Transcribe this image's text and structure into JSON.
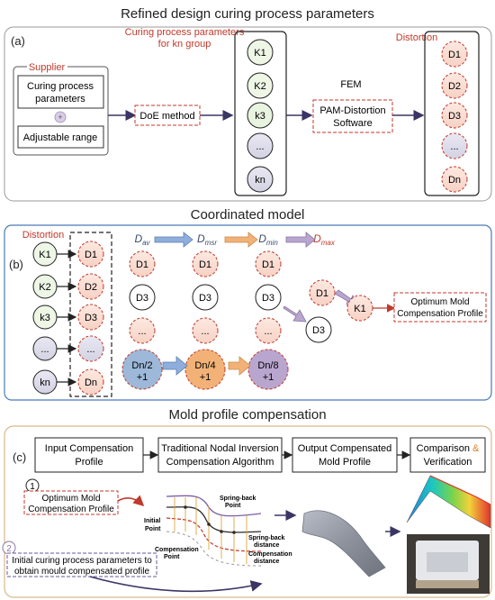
{
  "panel_a": {
    "title": "Refined design curing process parameters",
    "letter": "(a)",
    "supplier_label": "Supplier",
    "curing_box_line1": "Curing process",
    "curing_box_line2": "parameters",
    "plus_symbol": "+",
    "adjustable_box": "Adjustable range",
    "doe_box": "DoE method",
    "param_title_line1": "Curing process parameters",
    "param_title_line2": "for kn group",
    "k_nodes": [
      "K1",
      "K2",
      "k3",
      "...",
      "kn"
    ],
    "fem_label": "FEM",
    "pam_line1": "PAM-Distortion",
    "pam_line2": "Software",
    "distortion_title": "Distortion",
    "d_nodes": [
      "D1",
      "D2",
      "D3",
      "...",
      "Dn"
    ]
  },
  "panel_b": {
    "title": "Coordinated model",
    "letter": "(b)",
    "distortion_label": "Distortion",
    "k_nodes": [
      "K1",
      "K2",
      "k3",
      "...",
      "kn"
    ],
    "d_nodes": [
      "D1",
      "D2",
      "D3",
      "...",
      "Dn"
    ],
    "headers": [
      {
        "main": "D",
        "sub": "av",
        "color": "#3a4a6a"
      },
      {
        "main": "D",
        "sub": "msr",
        "color": "#3a4a6a"
      },
      {
        "main": "D",
        "sub": "min",
        "color": "#3a4a6a"
      },
      {
        "main": "D",
        "sub": "max",
        "color": "#c0392b"
      }
    ],
    "col_nodes": [
      "D1",
      "D3",
      "..."
    ],
    "bottom_nodes": [
      {
        "line1": "Dn/2",
        "line2": "+1",
        "fill": "#9db8d9"
      },
      {
        "line1": "Dn/4",
        "line2": "+1",
        "fill": "#f2b277"
      },
      {
        "line1": "Dn/8",
        "line2": "+1",
        "fill": "#b9a6cf"
      }
    ],
    "branch_top": "D1",
    "branch_bottom": "D3",
    "final_node": "K1",
    "optimum_line1": "Optimum Mold",
    "optimum_line2": "Compensation Profile"
  },
  "panel_c": {
    "title": "Mold profile compensation",
    "letter": "(c)",
    "flow": [
      {
        "line1": "Input Compensation",
        "line2": "Profile"
      },
      {
        "line1": "Traditional Nodal Inversion",
        "line2": "Compensation Algorithm"
      },
      {
        "line1": "Output Compensated",
        "line2": "Mold Profile"
      },
      {
        "line1": "Comparison",
        "amp": "&",
        "line2": "Verification"
      }
    ],
    "step1_num": "1",
    "step1_line1": "Optimum Mold",
    "step1_line2": "Compensation Profile",
    "step2_num": "2",
    "step2_line1": "Initial curing process parameters to",
    "step2_line2": "obtain mould compensated profile",
    "annotations": {
      "spring_back_point_1": "Spring-back",
      "spring_back_point_2": "Point",
      "initial_point_1": "Initial",
      "initial_point_2": "Point",
      "spring_back_distance_1": "Spring-back",
      "spring_back_distance_2": "distance",
      "compensation_point_1": "Compensation",
      "compensation_point_2": "Point",
      "compensation_distance_1": "Compensation",
      "compensation_distance_2": "distance"
    }
  }
}
